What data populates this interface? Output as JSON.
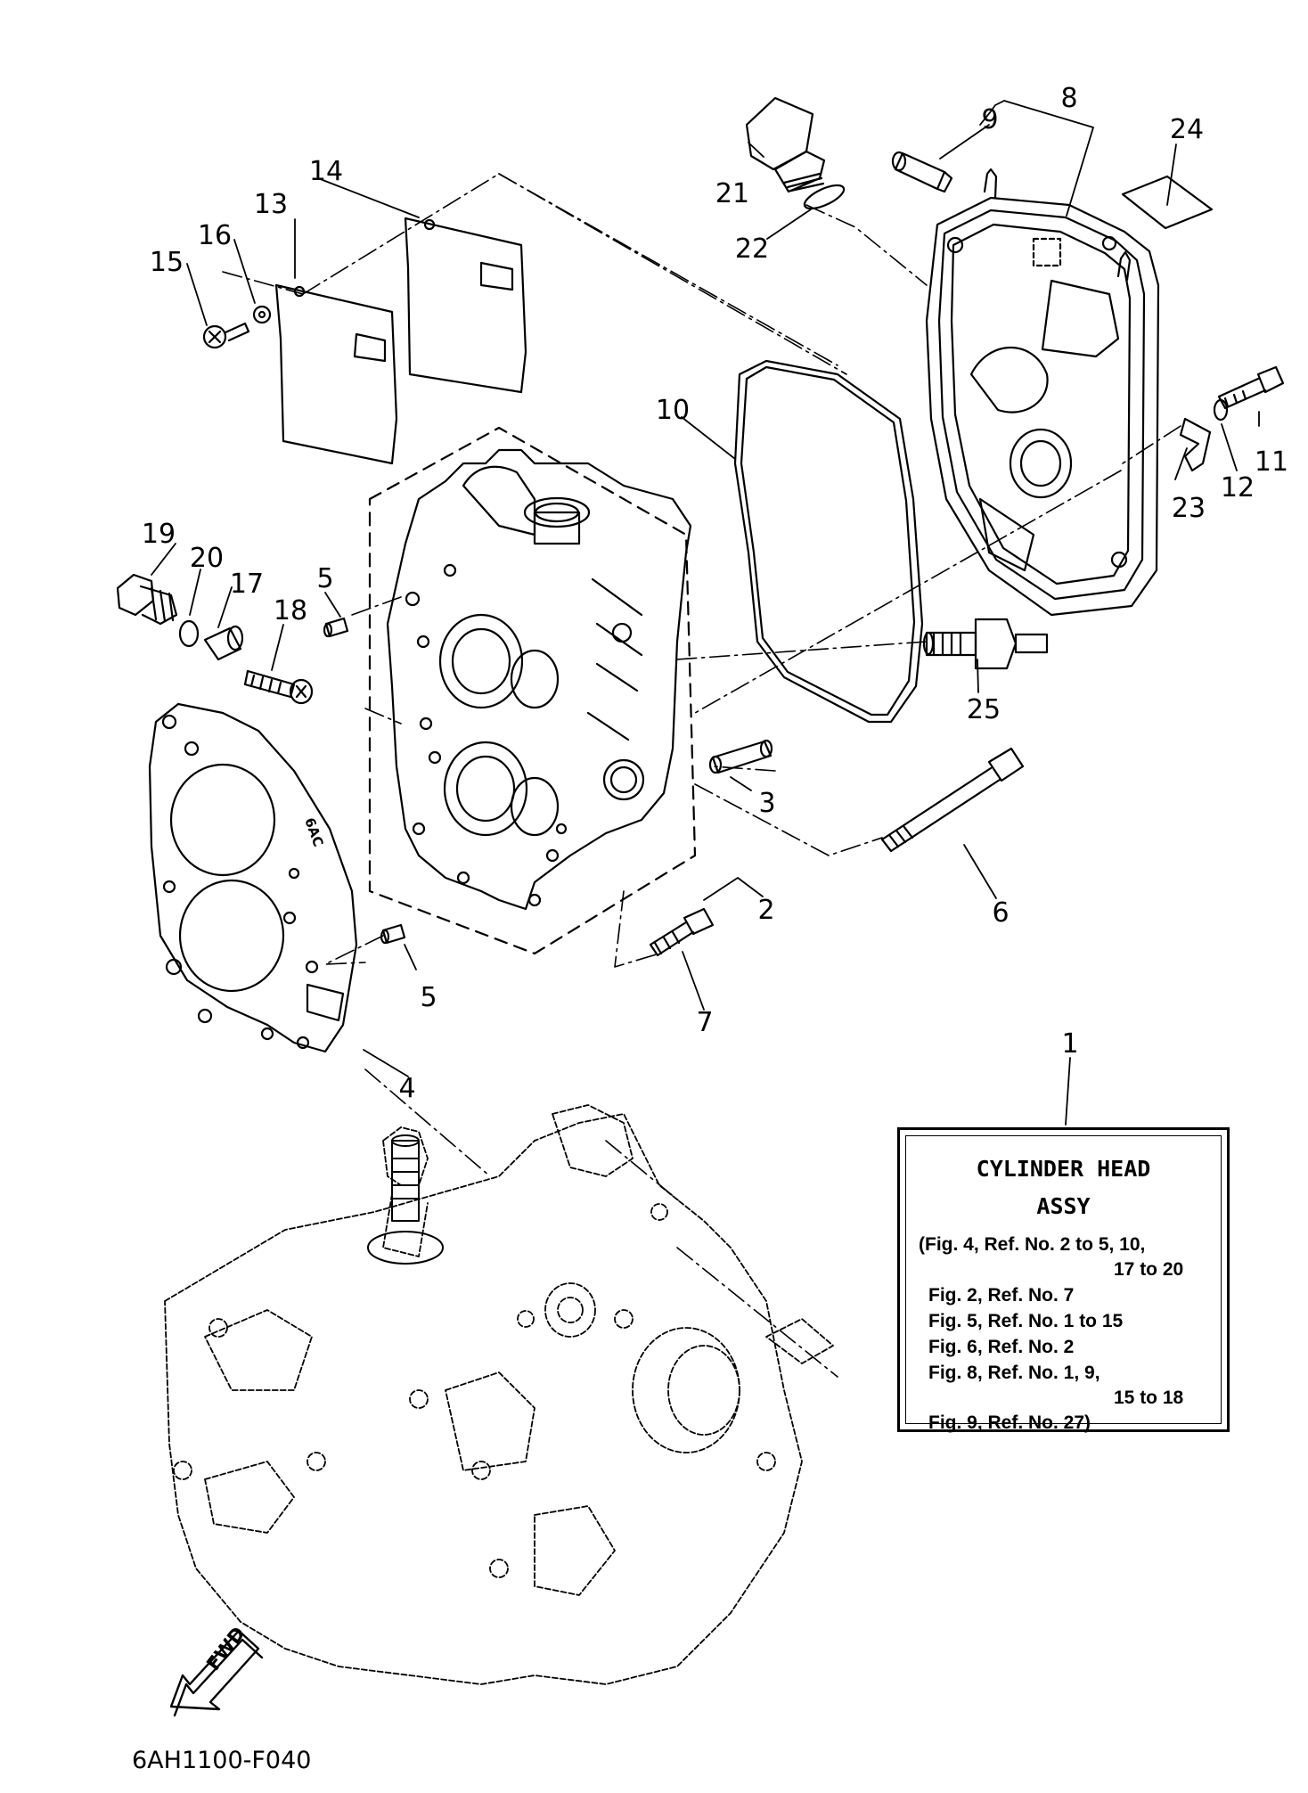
{
  "callouts": [
    {
      "id": "1",
      "label": "1"
    },
    {
      "id": "2",
      "label": "2"
    },
    {
      "id": "3",
      "label": "3"
    },
    {
      "id": "4",
      "label": "4"
    },
    {
      "id": "5a",
      "label": "5"
    },
    {
      "id": "5b",
      "label": "5"
    },
    {
      "id": "6",
      "label": "6"
    },
    {
      "id": "7",
      "label": "7"
    },
    {
      "id": "8",
      "label": "8"
    },
    {
      "id": "9",
      "label": "9"
    },
    {
      "id": "10",
      "label": "10"
    },
    {
      "id": "11",
      "label": "11"
    },
    {
      "id": "12",
      "label": "12"
    },
    {
      "id": "13",
      "label": "13"
    },
    {
      "id": "14",
      "label": "14"
    },
    {
      "id": "15",
      "label": "15"
    },
    {
      "id": "16",
      "label": "16"
    },
    {
      "id": "17",
      "label": "17"
    },
    {
      "id": "18",
      "label": "18"
    },
    {
      "id": "19",
      "label": "19"
    },
    {
      "id": "20",
      "label": "20"
    },
    {
      "id": "21",
      "label": "21"
    },
    {
      "id": "22",
      "label": "22"
    },
    {
      "id": "23",
      "label": "23"
    },
    {
      "id": "24",
      "label": "24"
    },
    {
      "id": "25",
      "label": "25"
    }
  ],
  "legend": {
    "title_line1": "CYLINDER HEAD",
    "title_line2": "ASSY",
    "lines": [
      "(Fig. 4, Ref. No. 2 to 5, 10,",
      "17 to 20",
      "Fig. 2, Ref. No. 7",
      "Fig. 5, Ref. No. 1 to 15",
      "Fig. 6, Ref. No. 2",
      "Fig. 8, Ref. No. 1, 9,",
      "15 to 18",
      "Fig. 9, Ref. No. 27)"
    ]
  },
  "gasket_mark": "6AC",
  "fwd_label": "FWD",
  "figure_code": "6AH1100-F040"
}
